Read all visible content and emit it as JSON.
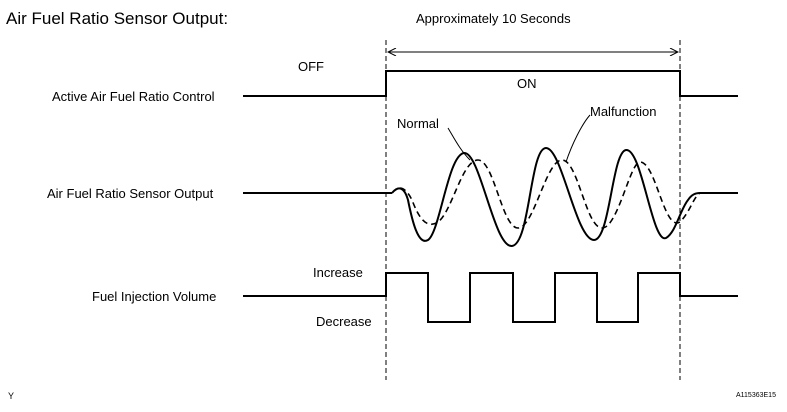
{
  "title": "Air Fuel Ratio Sensor Output:",
  "duration_label": "Approximately 10 Seconds",
  "control_state": {
    "off": "OFF",
    "on": "ON"
  },
  "rows": {
    "active_control": "Active Air Fuel Ratio Control",
    "sensor_output": "Air Fuel Ratio Sensor Output",
    "fuel_injection": "Fuel Injection Volume"
  },
  "curve_labels": {
    "normal": "Normal",
    "malfunction": "Malfunction"
  },
  "injection_levels": {
    "increase": "Increase",
    "decrease": "Decrease"
  },
  "corner_left": "Y",
  "figure_id": "A115363E15",
  "colors": {
    "line": "#000000",
    "background": "#ffffff"
  }
}
